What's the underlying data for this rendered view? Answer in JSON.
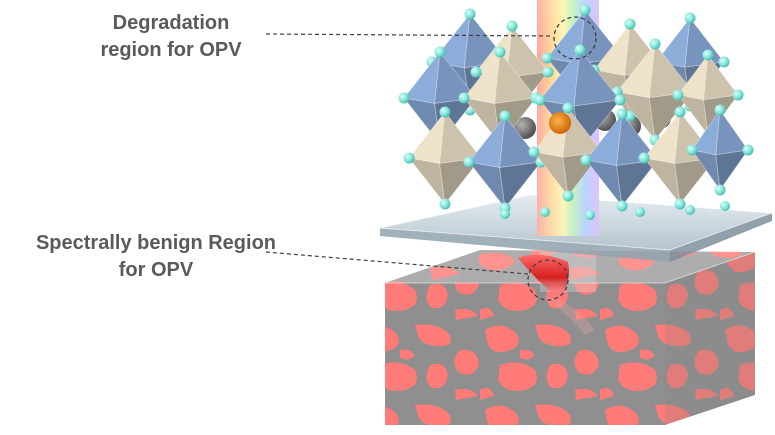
{
  "labels": {
    "degradation": {
      "line1": "Degradation",
      "line2": "region for OPV"
    },
    "benign": {
      "line1": "Spectrally benign  Region",
      "line2": "for OPV"
    }
  },
  "colors": {
    "label_text": "#5a5a5a",
    "octahedron_blue": "#7f9cc6",
    "octahedron_beige": "#d8cdb6",
    "halide_atom": "#7fe3d6",
    "a_site_atom": "#6f6f6f",
    "glass_pane": "#c9d6de",
    "film_base": "#8f8f8f",
    "film_blob": "#ff7b78",
    "beam_red": "#d63030",
    "callout_line": "#404040"
  },
  "icons": {
    "crystal": "perovskite-octahedra-lattice",
    "beam": "spectrum-light-beam",
    "film": "bulk-heterojunction-block"
  }
}
